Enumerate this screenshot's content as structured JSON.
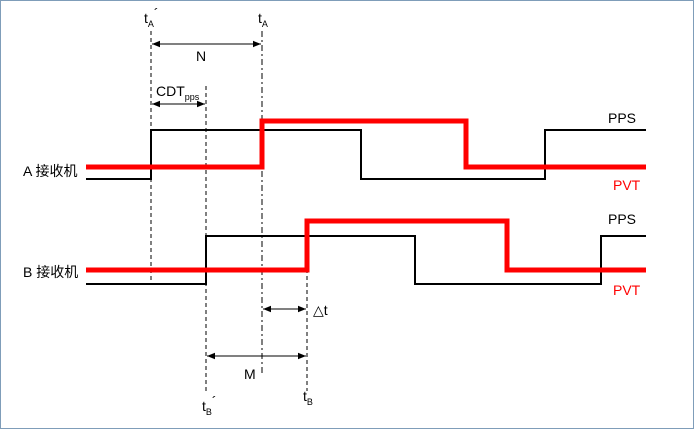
{
  "receivers": {
    "a": {
      "label": "A 接收机",
      "pps": "PPS",
      "pvt": "PVT"
    },
    "b": {
      "label": "B 接收机",
      "pps": "PPS",
      "pvt": "PVT"
    }
  },
  "markers": {
    "ta_prime": {
      "base": "t",
      "sub": "A",
      "prime": "´"
    },
    "ta": {
      "base": "t",
      "sub": "A"
    },
    "tb_prime": {
      "base": "t",
      "sub": "B",
      "prime": "´"
    },
    "tb": {
      "base": "t",
      "sub": "B"
    }
  },
  "intervals": {
    "n": "N",
    "m": "M",
    "cdt": {
      "base": "CDT",
      "sub": "pps"
    },
    "dt": "△t"
  },
  "colors": {
    "pps": "#000000",
    "pvt": "#ff0000",
    "border": "#7f9db9"
  }
}
